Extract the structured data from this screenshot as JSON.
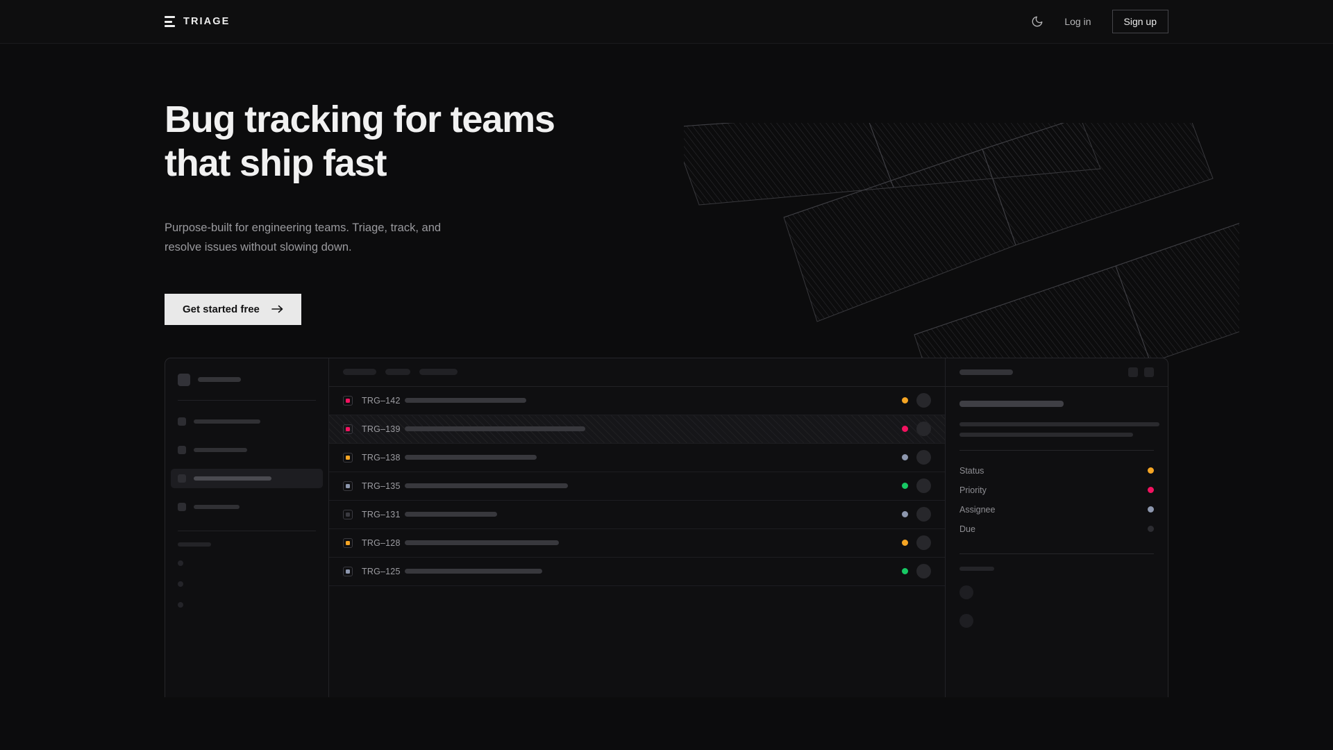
{
  "nav": {
    "brand": "TRIAGE",
    "theme_toggle_icon": "moon-icon",
    "login_label": "Log in",
    "signup_label": "Sign up"
  },
  "hero": {
    "title": "Bug tracking for teams\nthat ship fast",
    "subtitle": "Purpose-built for engineering teams. Triage, track, and\nresolve issues without slowing down.",
    "cta_label": "Get started free",
    "cta_icon": "arrow-right-icon"
  },
  "colors": {
    "page_bg": "#0c0c0d",
    "nav_bg": "#0e0e0f",
    "border": "#26262a",
    "text_primary": "#f1f1f1",
    "text_muted": "#9a9a9e",
    "cta_bg": "#e9e9e9",
    "status_orange": "#f5a524",
    "status_pink": "#f31260",
    "status_green": "#17c964",
    "status_slate": "#8d97ae",
    "status_none": "#3a3a40"
  },
  "app_preview": {
    "sidebar": {
      "workspace_name_placeholder": true,
      "nav_items": [
        {
          "active": false,
          "width": 96
        },
        {
          "active": false,
          "width": 77
        },
        {
          "active": true,
          "width": 112
        },
        {
          "active": false,
          "width": 66
        }
      ],
      "section_label_placeholder": true,
      "sub_items": 3
    },
    "list": {
      "filter_chips": [
        48,
        36,
        55
      ],
      "rows": [
        {
          "id": "TRG–142",
          "priority_color": "#f31260",
          "title_width": 175,
          "status_color": "#f5a524",
          "selected": false
        },
        {
          "id": "TRG–139",
          "priority_color": "#f31260",
          "title_width": 260,
          "status_color": "#f31260",
          "selected": true
        },
        {
          "id": "TRG–138",
          "priority_color": "#f5a524",
          "title_width": 190,
          "status_color": "#8d97ae",
          "selected": false
        },
        {
          "id": "TRG–135",
          "priority_color": "#8d97ae",
          "title_width": 235,
          "status_color": "#17c964",
          "selected": false
        },
        {
          "id": "TRG–131",
          "priority_color": "#3a3a40",
          "title_width": 133,
          "status_color": "#8d97ae",
          "selected": false
        },
        {
          "id": "TRG–128",
          "priority_color": "#f5a524",
          "title_width": 222,
          "status_color": "#f5a524",
          "selected": false
        },
        {
          "id": "TRG–125",
          "priority_color": "#8d97ae",
          "title_width": 198,
          "status_color": "#17c964",
          "selected": false
        }
      ]
    },
    "detail": {
      "header_buttons": 2,
      "body_lines": [
        288,
        250
      ],
      "meta": [
        {
          "label": "Status",
          "color": "#f5a524"
        },
        {
          "label": "Priority",
          "color": "#f31260"
        },
        {
          "label": "Assignee",
          "color": "#8d97ae"
        },
        {
          "label": "Due",
          "color": "#2c2c31"
        }
      ],
      "comments": 2
    }
  }
}
